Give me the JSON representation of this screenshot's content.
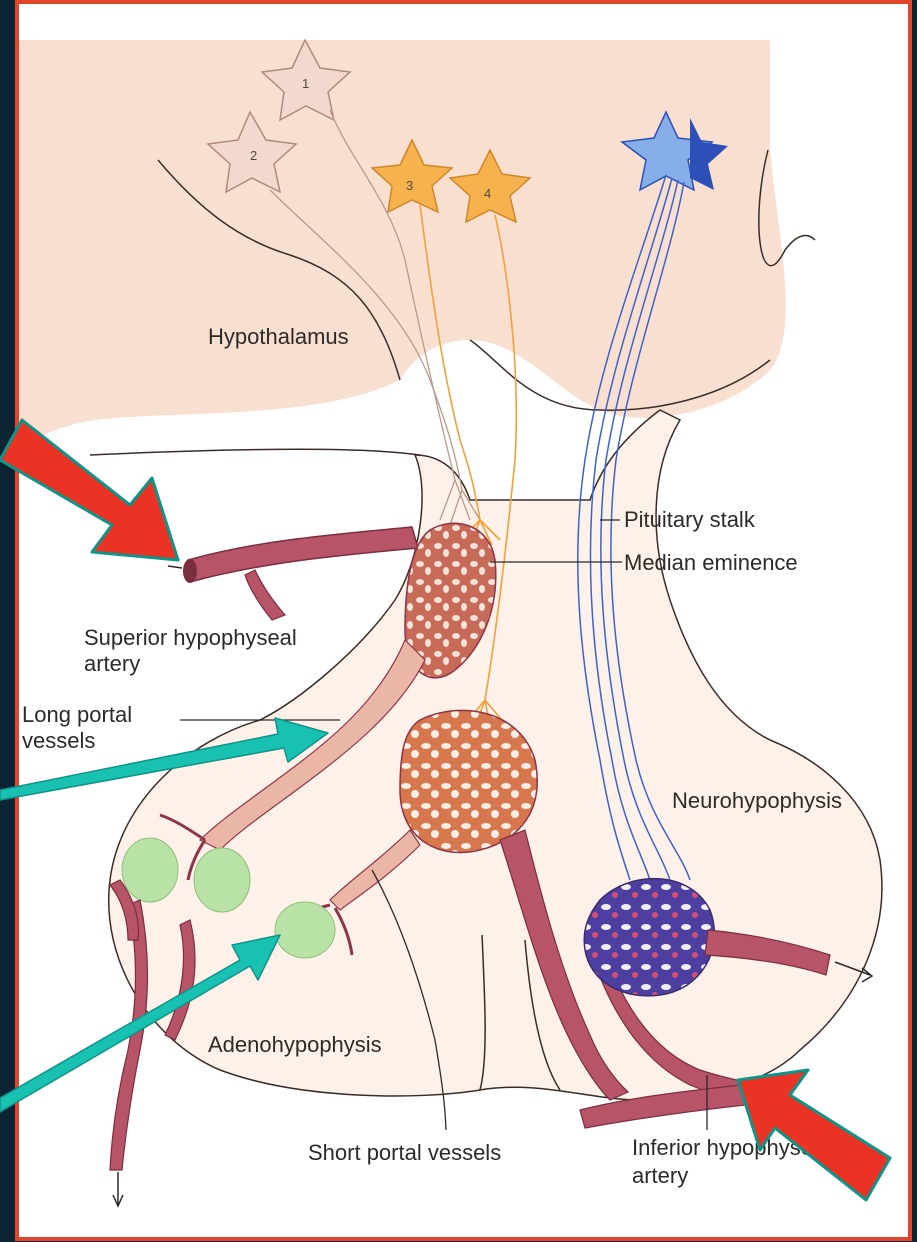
{
  "colors": {
    "background": "#0d2434",
    "frame": "#e2452b",
    "paper": "#ffffff",
    "hypothalamus_fill": "#f8dfd0",
    "pituitary_fill": "#fdf1ea",
    "vessel": "#b85468",
    "vessel_dark": "#8e3448",
    "axon_orange": "#f2a03a",
    "axon_blue": "#3d62c9",
    "gland_green": "#b9e2a6",
    "arrow_red": "#ea3324",
    "arrow_teal": "#19c1b2",
    "arrow_stroke": "#0f9488"
  },
  "neurons": [
    {
      "id": "1",
      "color": "#f2d8cd",
      "label": "1"
    },
    {
      "id": "2",
      "color": "#f2d8cd",
      "label": "2"
    },
    {
      "id": "3",
      "color": "#f5b24d",
      "label": "3"
    },
    {
      "id": "4",
      "color": "#f5b24d",
      "label": "4"
    },
    {
      "id": "5",
      "color": "#86aee8",
      "label": ""
    }
  ],
  "labels": {
    "hypothalamus": "Hypothalamus",
    "pituitary_stalk": "Pituitary stalk",
    "median_eminence": "Median eminence",
    "superior_artery_line1": "Superior hypophyseal",
    "superior_artery_line2": "artery",
    "long_portal_line1": "Long portal",
    "long_portal_line2": "vessels",
    "neurohypophysis": "Neurohypophysis",
    "adenohypophysis": "Adenohypophysis",
    "short_portal": "Short portal vessels",
    "inferior_artery_line1": "Inferior hypophyseal",
    "inferior_artery_line2": "artery"
  },
  "pointer_arrows": [
    {
      "name": "red-arrow-superior-artery",
      "color": "red",
      "target": "Superior hypophyseal artery"
    },
    {
      "name": "teal-arrow-long-portal",
      "color": "teal",
      "target": "Long portal vessels"
    },
    {
      "name": "teal-arrow-adenohypophysis-cell",
      "color": "teal",
      "target": "Adenohypophysis"
    },
    {
      "name": "red-arrow-inferior-artery",
      "color": "red",
      "target": "Inferior hypophyseal artery"
    }
  ]
}
